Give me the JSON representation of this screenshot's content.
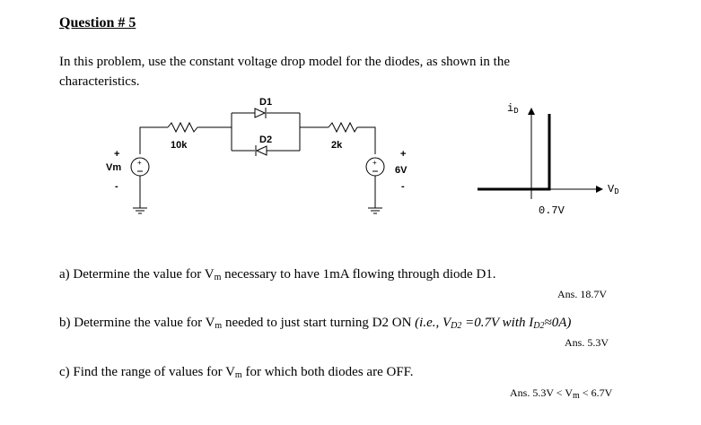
{
  "question_title": "Question # 5",
  "intro": "In this problem, use the constant voltage drop model for the diodes, as shown in the characteristics.",
  "circuit": {
    "d1": "D1",
    "d2": "D2",
    "r1": "10k",
    "r2": "2k",
    "vm": "Vm",
    "v6": "6V",
    "plus": "+",
    "minus": "-"
  },
  "characteristic": {
    "y_label": "iD",
    "x_label": "VD",
    "knee": "0.7V"
  },
  "parts": {
    "a": {
      "prefix": "a)  Determine the value for V",
      "sub": "m",
      "suffix": " necessary to have 1mA flowing through diode D1.",
      "answer": "Ans. 18.7V"
    },
    "b": {
      "prefix": "b)  Determine the value for V",
      "sub": "m",
      "mid": " needed to just start turning D2 ON ",
      "italic_a": "(i.e., V",
      "italic_sub1": "D2",
      "italic_b": " =0.7V with I",
      "italic_sub2": "D2",
      "italic_c": "≈0A)",
      "answer": "Ans. 5.3V"
    },
    "c": {
      "prefix": "c)  Find the range of values for V",
      "sub": "m",
      "suffix": " for which both diodes are OFF.",
      "answer_a": "Ans. 5.3V < V",
      "answer_sub": "m",
      "answer_b": " < 6.7V"
    }
  }
}
